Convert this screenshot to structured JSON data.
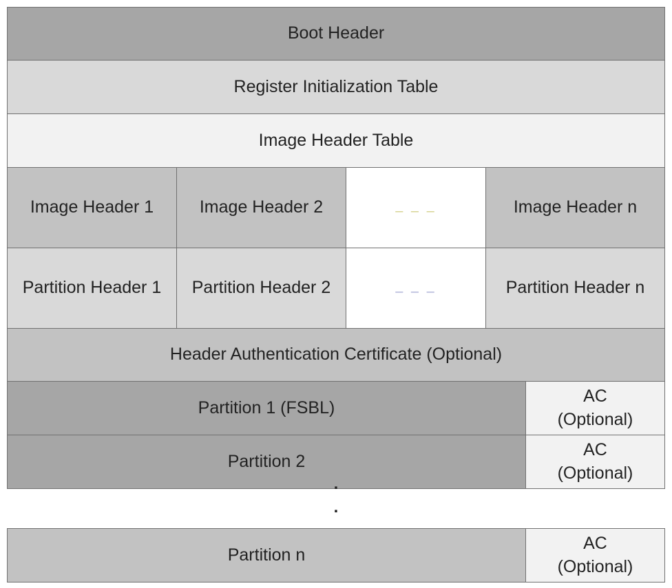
{
  "boot_header": "Boot Header",
  "register_table": "Register Initialization Table",
  "image_header_table": "Image Header Table",
  "image_headers": {
    "h1": "Image Header 1",
    "h2": "Image Header 2",
    "ellipsis": "– – –",
    "hn": "Image Header n"
  },
  "partition_headers": {
    "h1": "Partition Header 1",
    "h2": "Partition Header 2",
    "ellipsis": "– – –",
    "hn": "Partition Header n"
  },
  "header_auth_cert": "Header Authentication Certificate (Optional)",
  "partitions": {
    "p1": "Partition 1 (FSBL)",
    "p2": "Partition 2",
    "pn": "Partition n",
    "ac_label": "AC\n(Optional)"
  },
  "ellipsis_dots": {
    "dot1": ".",
    "dot2": "."
  },
  "colors": {
    "image_ellipsis": "#d4d08a",
    "partition_ellipsis": "#a9aed6"
  }
}
